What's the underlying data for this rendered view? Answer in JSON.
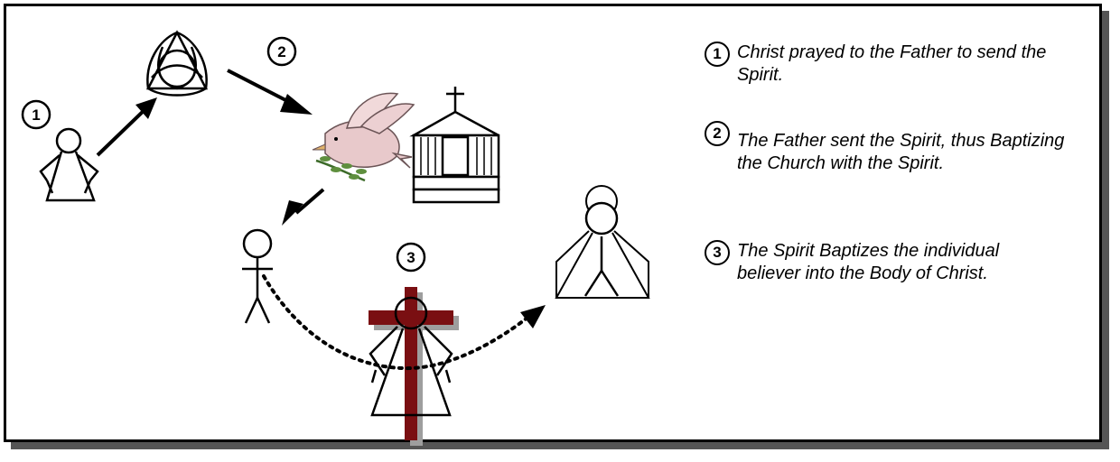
{
  "diagram": {
    "step_markers": [
      "1",
      "2",
      "3"
    ]
  },
  "legend": [
    {
      "number": "1",
      "text": "Christ prayed to the Father to send the Spirit."
    },
    {
      "number": "2",
      "text": "The Father sent the Spirit, thus Baptizing the Church with the Spirit."
    },
    {
      "number": "3",
      "text": "The Spirit Baptizes the individual believer into the Body of Christ."
    }
  ],
  "colors": {
    "cross": "#7a0f12",
    "dove": "#e8c9cb",
    "olive_branch": "#3d6b2a"
  },
  "icons": [
    "trinity-icon",
    "dove-icon",
    "church-icon",
    "cross-icon",
    "person-icon",
    "robed-figure-icon"
  ]
}
